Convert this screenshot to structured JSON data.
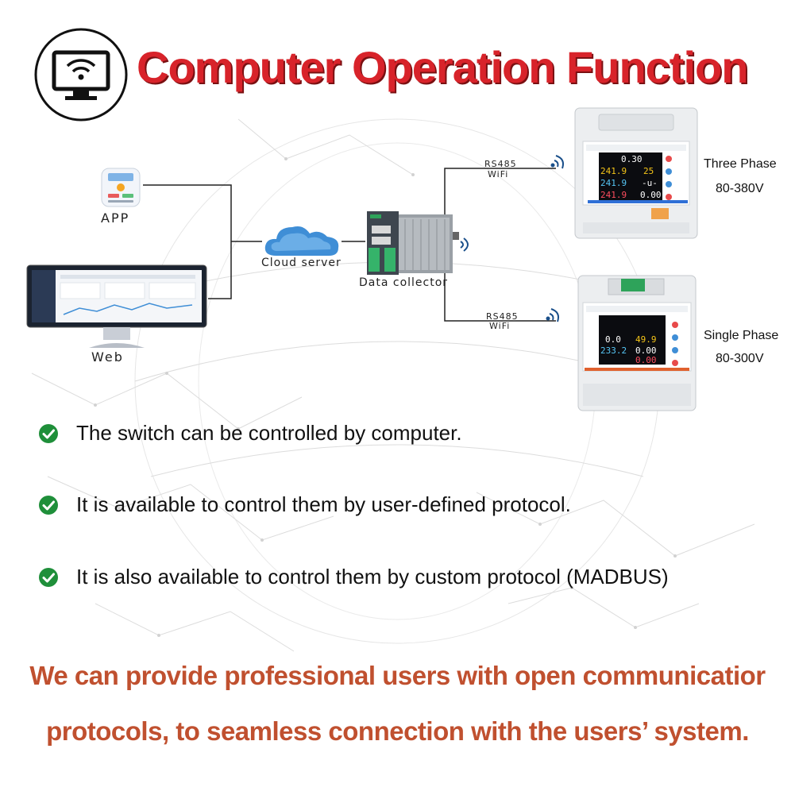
{
  "header": {
    "title": "Computer Operation Function",
    "icon": "monitor-wifi-icon"
  },
  "diagram": {
    "app_label": "APP",
    "web_label": "Web",
    "cloud_label": "Cloud server",
    "collector_label": "Data collector",
    "link_top": {
      "line1": "RS485",
      "line2": "WiFi"
    },
    "link_bottom": {
      "line1": "RS485",
      "line2": "WiFi"
    },
    "three_phase": {
      "name": "Three Phase",
      "range": "80-380V"
    },
    "single_phase": {
      "name": "Single Phase",
      "range": "80-300V"
    },
    "meter_top_readings": [
      "0.30",
      "241.9",
      "25",
      "241.9",
      "-u-",
      "241.9",
      "0.00"
    ],
    "meter_bottom_readings": [
      "0.0",
      "49.9",
      "233.2",
      "0.00",
      "0.00"
    ]
  },
  "features": [
    "The switch can be controlled by computer.",
    "It is available to control them by user-defined protocol.",
    "It is also available to control them by custom protocol (MADBUS)"
  ],
  "footer": {
    "line1": "We can provide professional users with open communicatior",
    "line2": "protocols, to seamless connection with the users’ system."
  },
  "colors": {
    "title_red": "#d8232a",
    "footer_orange": "#c0502f",
    "check_green": "#1f8f3a",
    "cloud_blue": "#3f8ed6"
  }
}
